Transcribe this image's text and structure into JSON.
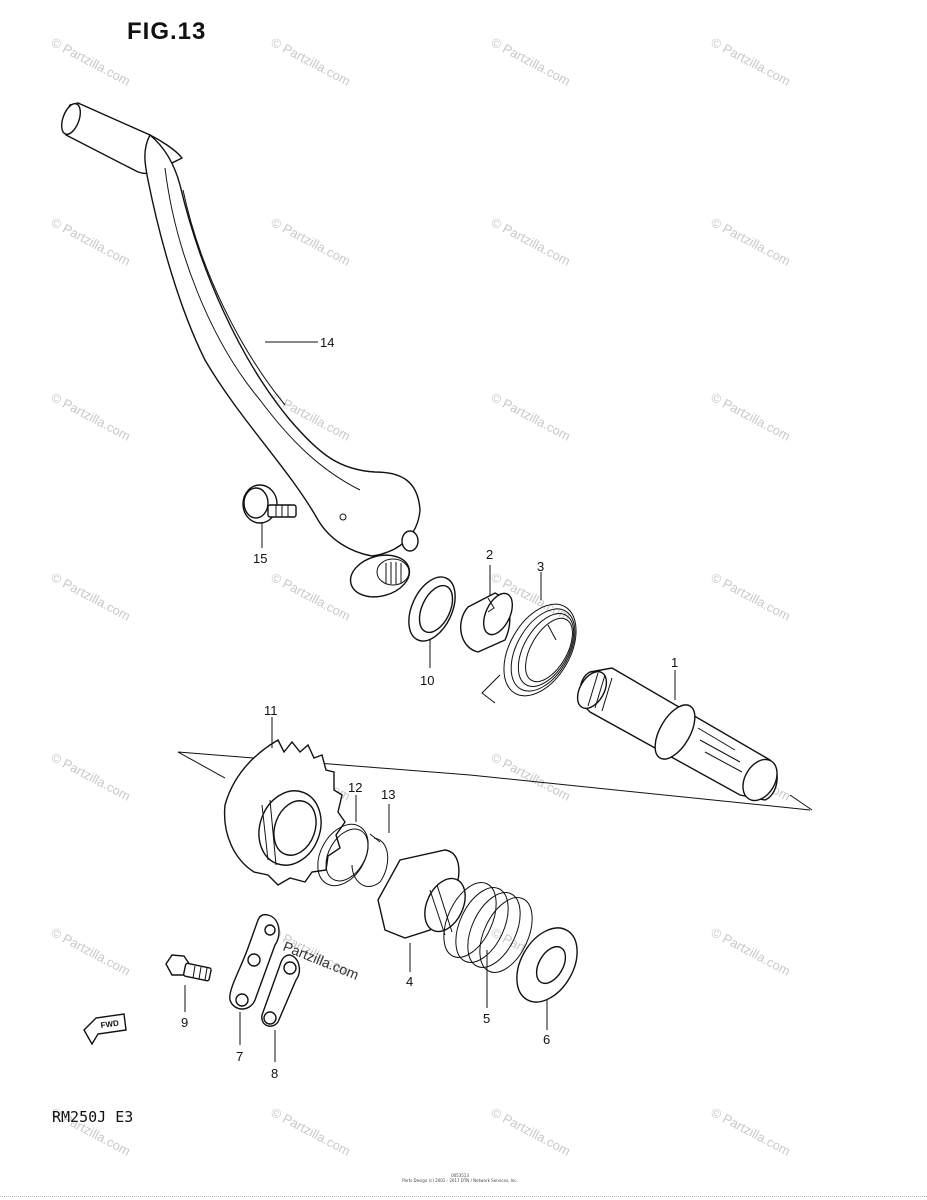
{
  "figure": {
    "title": "FIG.13",
    "model_code": "RM250J  E3",
    "footer_line1": "0053513",
    "footer_line2": "Parts Design (c) 2001 - 2017 DTN / Network Services, Inc."
  },
  "watermark": {
    "text": "© Partzilla.com",
    "mid_text": "Partzilla.com"
  },
  "callouts": [
    {
      "id": "1",
      "label": "1"
    },
    {
      "id": "2",
      "label": "2"
    },
    {
      "id": "3",
      "label": "3"
    },
    {
      "id": "4",
      "label": "4"
    },
    {
      "id": "5",
      "label": "5"
    },
    {
      "id": "6",
      "label": "6"
    },
    {
      "id": "7",
      "label": "7"
    },
    {
      "id": "8",
      "label": "8"
    },
    {
      "id": "9",
      "label": "9"
    },
    {
      "id": "10",
      "label": "10"
    },
    {
      "id": "11",
      "label": "11"
    },
    {
      "id": "12",
      "label": "12"
    },
    {
      "id": "13",
      "label": "13"
    },
    {
      "id": "14",
      "label": "14"
    },
    {
      "id": "15",
      "label": "15"
    }
  ],
  "fwd_label": "FWD",
  "colors": {
    "line": "#111111",
    "watermark": "#c9c9c9",
    "background": "#ffffff"
  }
}
